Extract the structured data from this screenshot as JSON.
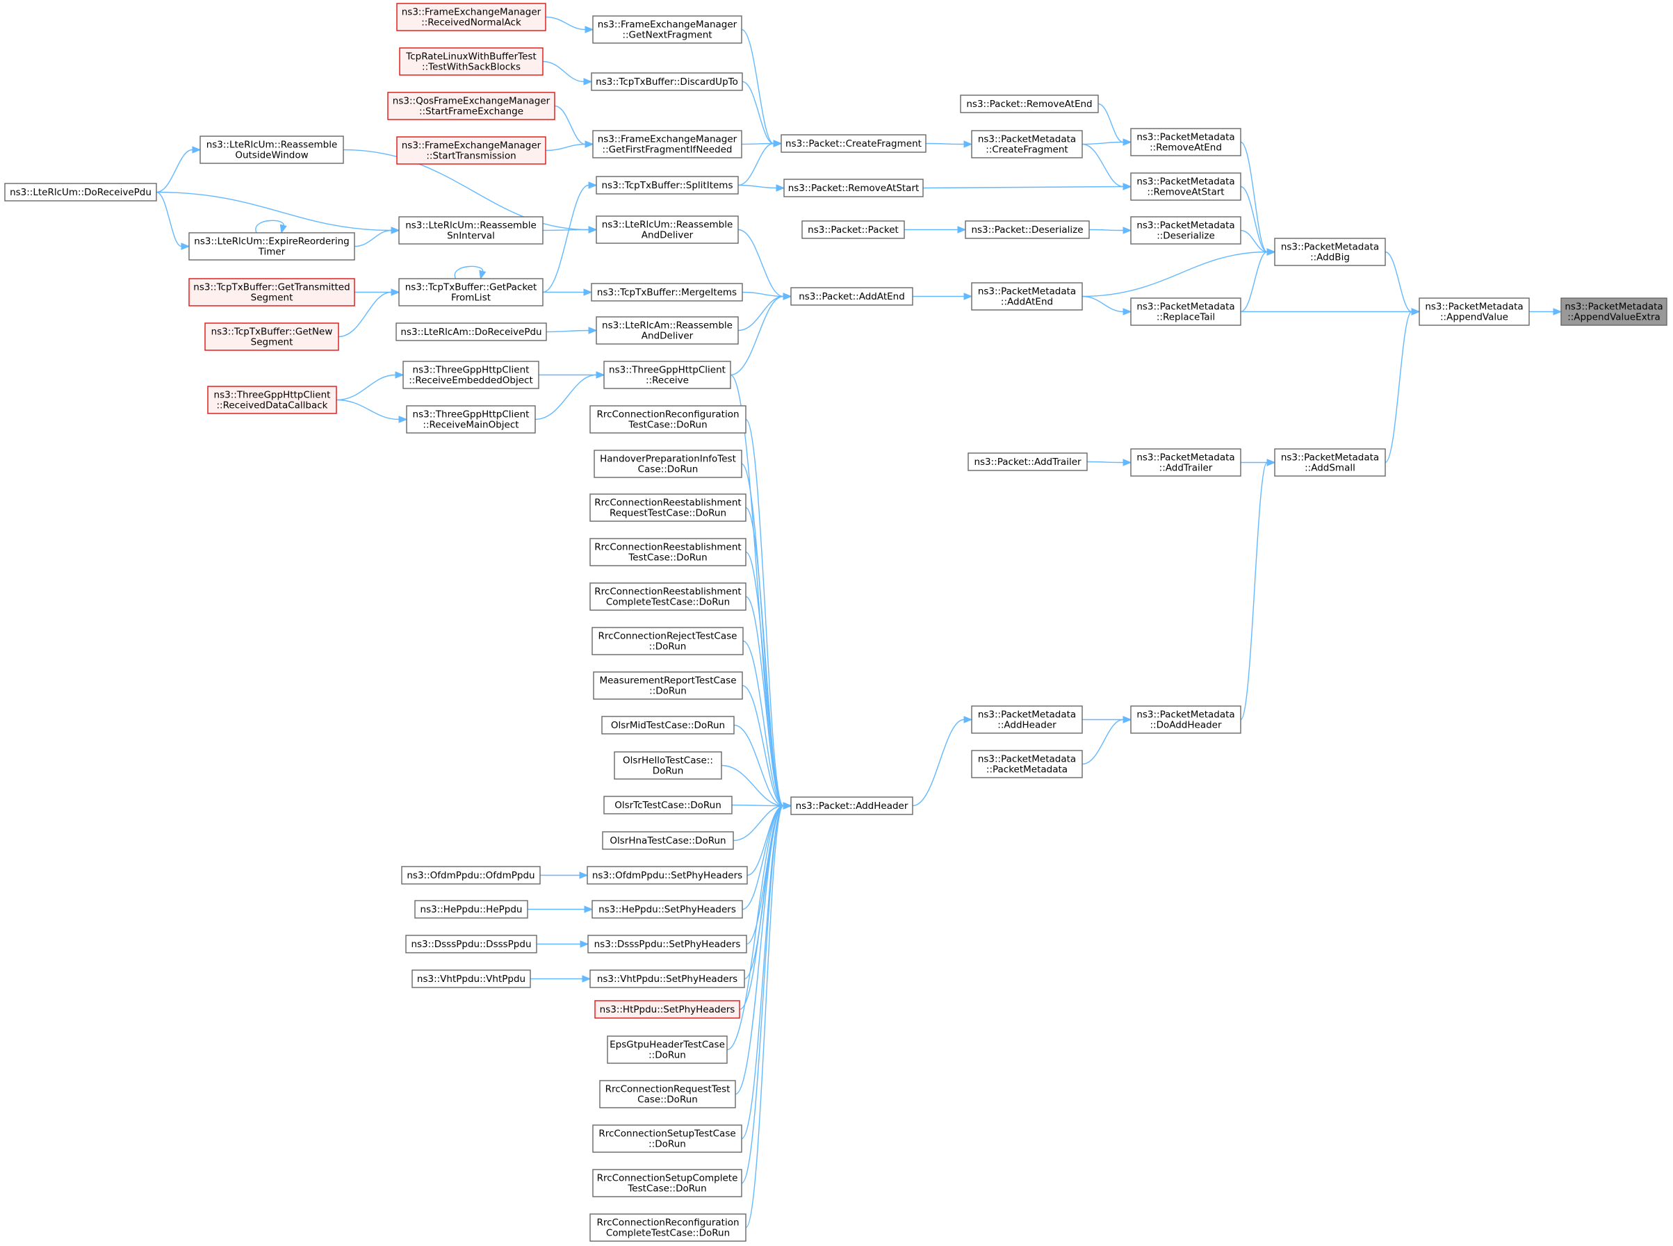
{
  "graph": {
    "title": "",
    "colors": {
      "edge": "#63b8ff",
      "node_border": "#666666",
      "red_border": "#e01010",
      "red_fill": "#fff0f0",
      "focus_fill": "#999999"
    },
    "nodes": [
      {
        "id": "n0",
        "lines": [
          "ns3::PacketMetadata",
          "::AppendValueExtra"
        ],
        "style": "focus"
      },
      {
        "id": "n1",
        "lines": [
          "ns3::PacketMetadata",
          "::AppendValue"
        ]
      },
      {
        "id": "n2",
        "lines": [
          "ns3::PacketMetadata",
          "::AddBig"
        ]
      },
      {
        "id": "n3",
        "lines": [
          "ns3::PacketMetadata",
          "::AddSmall"
        ]
      },
      {
        "id": "n4",
        "lines": [
          "ns3::PacketMetadata",
          "::RemoveAtEnd"
        ]
      },
      {
        "id": "n5",
        "lines": [
          "ns3::PacketMetadata",
          "::RemoveAtStart"
        ]
      },
      {
        "id": "n6",
        "lines": [
          "ns3::PacketMetadata",
          "::Deserialize"
        ]
      },
      {
        "id": "n7",
        "lines": [
          "ns3::PacketMetadata",
          "::ReplaceTail"
        ]
      },
      {
        "id": "n8",
        "lines": [
          "ns3::PacketMetadata",
          "::AddTrailer"
        ]
      },
      {
        "id": "n9",
        "lines": [
          "ns3::PacketMetadata",
          "::DoAddHeader"
        ]
      },
      {
        "id": "n10",
        "lines": [
          "ns3::Packet::RemoveAtEnd"
        ]
      },
      {
        "id": "n11",
        "lines": [
          "ns3::PacketMetadata",
          "::CreateFragment"
        ]
      },
      {
        "id": "n12",
        "lines": [
          "ns3::Packet::Deserialize"
        ]
      },
      {
        "id": "n13",
        "lines": [
          "ns3::PacketMetadata",
          "::AddAtEnd"
        ]
      },
      {
        "id": "n14",
        "lines": [
          "ns3::Packet::AddTrailer"
        ]
      },
      {
        "id": "n15",
        "lines": [
          "ns3::PacketMetadata",
          "::AddHeader"
        ]
      },
      {
        "id": "n16",
        "lines": [
          "ns3::PacketMetadata",
          "::PacketMetadata"
        ]
      },
      {
        "id": "n17",
        "lines": [
          "ns3::Packet::CreateFragment"
        ]
      },
      {
        "id": "n18",
        "lines": [
          "ns3::Packet::RemoveAtStart"
        ]
      },
      {
        "id": "n19",
        "lines": [
          "ns3::Packet::Packet"
        ]
      },
      {
        "id": "n20",
        "lines": [
          "ns3::Packet::AddAtEnd"
        ]
      },
      {
        "id": "n21",
        "lines": [
          "ns3::Packet::AddHeader"
        ]
      },
      {
        "id": "n22",
        "lines": [
          "ns3::FrameExchangeManager",
          "::GetNextFragment"
        ]
      },
      {
        "id": "n23",
        "lines": [
          "ns3::TcpTxBuffer::DiscardUpTo"
        ]
      },
      {
        "id": "n24",
        "lines": [
          "ns3::FrameExchangeManager",
          "::GetFirstFragmentIfNeeded"
        ]
      },
      {
        "id": "n25",
        "lines": [
          "ns3::TcpTxBuffer::SplitItems"
        ]
      },
      {
        "id": "n26",
        "lines": [
          "ns3::LteRlcUm::Reassemble",
          "AndDeliver"
        ]
      },
      {
        "id": "n27",
        "lines": [
          "ns3::TcpTxBuffer::MergeItems"
        ]
      },
      {
        "id": "n28",
        "lines": [
          "ns3::LteRlcAm::Reassemble",
          "AndDeliver"
        ]
      },
      {
        "id": "n29",
        "lines": [
          "ns3::ThreeGppHttpClient",
          "::Receive"
        ]
      },
      {
        "id": "n30",
        "lines": [
          "RrcConnectionReconfiguration",
          "TestCase::DoRun"
        ]
      },
      {
        "id": "n31",
        "lines": [
          "HandoverPreparationInfoTest",
          "Case::DoRun"
        ]
      },
      {
        "id": "n32",
        "lines": [
          "RrcConnectionReestablishment",
          "RequestTestCase::DoRun"
        ]
      },
      {
        "id": "n33",
        "lines": [
          "RrcConnectionReestablishment",
          "TestCase::DoRun"
        ]
      },
      {
        "id": "n34",
        "lines": [
          "RrcConnectionReestablishment",
          "CompleteTestCase::DoRun"
        ]
      },
      {
        "id": "n35",
        "lines": [
          "RrcConnectionRejectTestCase",
          "::DoRun"
        ]
      },
      {
        "id": "n36",
        "lines": [
          "MeasurementReportTestCase",
          "::DoRun"
        ]
      },
      {
        "id": "n37",
        "lines": [
          "OlsrMidTestCase::DoRun"
        ]
      },
      {
        "id": "n38",
        "lines": [
          "OlsrHelloTestCase::",
          "DoRun"
        ]
      },
      {
        "id": "n39",
        "lines": [
          "OlsrTcTestCase::DoRun"
        ]
      },
      {
        "id": "n40",
        "lines": [
          "OlsrHnaTestCase::DoRun"
        ]
      },
      {
        "id": "n41",
        "lines": [
          "ns3::OfdmPpdu::SetPhyHeaders"
        ]
      },
      {
        "id": "n42",
        "lines": [
          "ns3::HePpdu::SetPhyHeaders"
        ]
      },
      {
        "id": "n43",
        "lines": [
          "ns3::DsssPpdu::SetPhyHeaders"
        ]
      },
      {
        "id": "n44",
        "lines": [
          "ns3::VhtPpdu::SetPhyHeaders"
        ]
      },
      {
        "id": "n45",
        "lines": [
          "ns3::HtPpdu::SetPhyHeaders"
        ],
        "style": "red"
      },
      {
        "id": "n46",
        "lines": [
          "EpsGtpuHeaderTestCase",
          "::DoRun"
        ]
      },
      {
        "id": "n47",
        "lines": [
          "RrcConnectionRequestTest",
          "Case::DoRun"
        ]
      },
      {
        "id": "n48",
        "lines": [
          "RrcConnectionSetupTestCase",
          "::DoRun"
        ]
      },
      {
        "id": "n49",
        "lines": [
          "RrcConnectionSetupComplete",
          "TestCase::DoRun"
        ]
      },
      {
        "id": "n50",
        "lines": [
          "RrcConnectionReconfiguration",
          "CompleteTestCase::DoRun"
        ]
      },
      {
        "id": "n51",
        "lines": [
          "ns3::FrameExchangeManager",
          "::ReceivedNormalAck"
        ],
        "style": "red"
      },
      {
        "id": "n52",
        "lines": [
          "TcpRateLinuxWithBufferTest",
          "::TestWithSackBlocks"
        ],
        "style": "red"
      },
      {
        "id": "n53",
        "lines": [
          "ns3::QosFrameExchangeManager",
          "::StartFrameExchange"
        ],
        "style": "red"
      },
      {
        "id": "n54",
        "lines": [
          "ns3::FrameExchangeManager",
          "::StartTransmission"
        ],
        "style": "red"
      },
      {
        "id": "n55",
        "lines": [
          "ns3::LteRlcUm::Reassemble",
          "OutsideWindow"
        ]
      },
      {
        "id": "n56",
        "lines": [
          "ns3::LteRlcUm::Reassemble",
          "SnInterval"
        ]
      },
      {
        "id": "n57",
        "lines": [
          "ns3::TcpTxBuffer::GetPacket",
          "FromList"
        ]
      },
      {
        "id": "n58",
        "lines": [
          "ns3::LteRlcAm::DoReceivePdu"
        ]
      },
      {
        "id": "n59",
        "lines": [
          "ns3::ThreeGppHttpClient",
          "::ReceiveEmbeddedObject"
        ]
      },
      {
        "id": "n60",
        "lines": [
          "ns3::ThreeGppHttpClient",
          "::ReceiveMainObject"
        ]
      },
      {
        "id": "n61",
        "lines": [
          "ns3::OfdmPpdu::OfdmPpdu"
        ]
      },
      {
        "id": "n62",
        "lines": [
          "ns3::HePpdu::HePpdu"
        ]
      },
      {
        "id": "n63",
        "lines": [
          "ns3::DsssPpdu::DsssPpdu"
        ]
      },
      {
        "id": "n64",
        "lines": [
          "ns3::VhtPpdu::VhtPpdu"
        ]
      },
      {
        "id": "n65",
        "lines": [
          "ns3::LteRlcUm::DoReceivePdu"
        ]
      },
      {
        "id": "n66",
        "lines": [
          "ns3::LteRlcUm::ExpireReordering",
          "Timer"
        ]
      },
      {
        "id": "n67",
        "lines": [
          "ns3::TcpTxBuffer::GetTransmitted",
          "Segment"
        ],
        "style": "red"
      },
      {
        "id": "n68",
        "lines": [
          "ns3::TcpTxBuffer::GetNew",
          "Segment"
        ],
        "style": "red"
      },
      {
        "id": "n69",
        "lines": [
          "ns3::ThreeGppHttpClient",
          "::ReceivedDataCallback"
        ],
        "style": "red"
      }
    ],
    "edges": [
      {
        "from": "n1",
        "to": "n0"
      },
      {
        "from": "n2",
        "to": "n1"
      },
      {
        "from": "n3",
        "to": "n1"
      },
      {
        "from": "n7",
        "to": "n1"
      },
      {
        "from": "n4",
        "to": "n2"
      },
      {
        "from": "n5",
        "to": "n2"
      },
      {
        "from": "n6",
        "to": "n2"
      },
      {
        "from": "n7",
        "to": "n2"
      },
      {
        "from": "n13",
        "to": "n2"
      },
      {
        "from": "n8",
        "to": "n3"
      },
      {
        "from": "n9",
        "to": "n3"
      },
      {
        "from": "n10",
        "to": "n4"
      },
      {
        "from": "n11",
        "to": "n4"
      },
      {
        "from": "n11",
        "to": "n5"
      },
      {
        "from": "n18",
        "to": "n5"
      },
      {
        "from": "n12",
        "to": "n6"
      },
      {
        "from": "n13",
        "to": "n7"
      },
      {
        "from": "n14",
        "to": "n8"
      },
      {
        "from": "n15",
        "to": "n9"
      },
      {
        "from": "n16",
        "to": "n9"
      },
      {
        "from": "n17",
        "to": "n11"
      },
      {
        "from": "n19",
        "to": "n12"
      },
      {
        "from": "n20",
        "to": "n13"
      },
      {
        "from": "n21",
        "to": "n15"
      },
      {
        "from": "n22",
        "to": "n17"
      },
      {
        "from": "n23",
        "to": "n17"
      },
      {
        "from": "n24",
        "to": "n17"
      },
      {
        "from": "n25",
        "to": "n17"
      },
      {
        "from": "n25",
        "to": "n18"
      },
      {
        "from": "n26",
        "to": "n20"
      },
      {
        "from": "n27",
        "to": "n20"
      },
      {
        "from": "n28",
        "to": "n20"
      },
      {
        "from": "n29",
        "to": "n20"
      },
      {
        "from": "n29",
        "to": "n21"
      },
      {
        "from": "n30",
        "to": "n21"
      },
      {
        "from": "n31",
        "to": "n21"
      },
      {
        "from": "n32",
        "to": "n21"
      },
      {
        "from": "n33",
        "to": "n21"
      },
      {
        "from": "n34",
        "to": "n21"
      },
      {
        "from": "n35",
        "to": "n21"
      },
      {
        "from": "n36",
        "to": "n21"
      },
      {
        "from": "n37",
        "to": "n21"
      },
      {
        "from": "n38",
        "to": "n21"
      },
      {
        "from": "n39",
        "to": "n21"
      },
      {
        "from": "n40",
        "to": "n21"
      },
      {
        "from": "n41",
        "to": "n21"
      },
      {
        "from": "n42",
        "to": "n21"
      },
      {
        "from": "n43",
        "to": "n21"
      },
      {
        "from": "n44",
        "to": "n21"
      },
      {
        "from": "n45",
        "to": "n21"
      },
      {
        "from": "n46",
        "to": "n21"
      },
      {
        "from": "n47",
        "to": "n21"
      },
      {
        "from": "n48",
        "to": "n21"
      },
      {
        "from": "n49",
        "to": "n21"
      },
      {
        "from": "n50",
        "to": "n21"
      },
      {
        "from": "n51",
        "to": "n22"
      },
      {
        "from": "n52",
        "to": "n23"
      },
      {
        "from": "n53",
        "to": "n24"
      },
      {
        "from": "n54",
        "to": "n24"
      },
      {
        "from": "n57",
        "to": "n25"
      },
      {
        "from": "n55",
        "to": "n26"
      },
      {
        "from": "n56",
        "to": "n26"
      },
      {
        "from": "n57",
        "to": "n27"
      },
      {
        "from": "n58",
        "to": "n28"
      },
      {
        "from": "n59",
        "to": "n29"
      },
      {
        "from": "n60",
        "to": "n29"
      },
      {
        "from": "n61",
        "to": "n41"
      },
      {
        "from": "n62",
        "to": "n42"
      },
      {
        "from": "n63",
        "to": "n43"
      },
      {
        "from": "n64",
        "to": "n44"
      },
      {
        "from": "n65",
        "to": "n55"
      },
      {
        "from": "n65",
        "to": "n56"
      },
      {
        "from": "n66",
        "to": "n56"
      },
      {
        "from": "n66",
        "to": "n66"
      },
      {
        "from": "n57",
        "to": "n57"
      },
      {
        "from": "n67",
        "to": "n57"
      },
      {
        "from": "n68",
        "to": "n57"
      },
      {
        "from": "n69",
        "to": "n59"
      },
      {
        "from": "n69",
        "to": "n60"
      },
      {
        "from": "n65",
        "to": "n66"
      }
    ]
  }
}
